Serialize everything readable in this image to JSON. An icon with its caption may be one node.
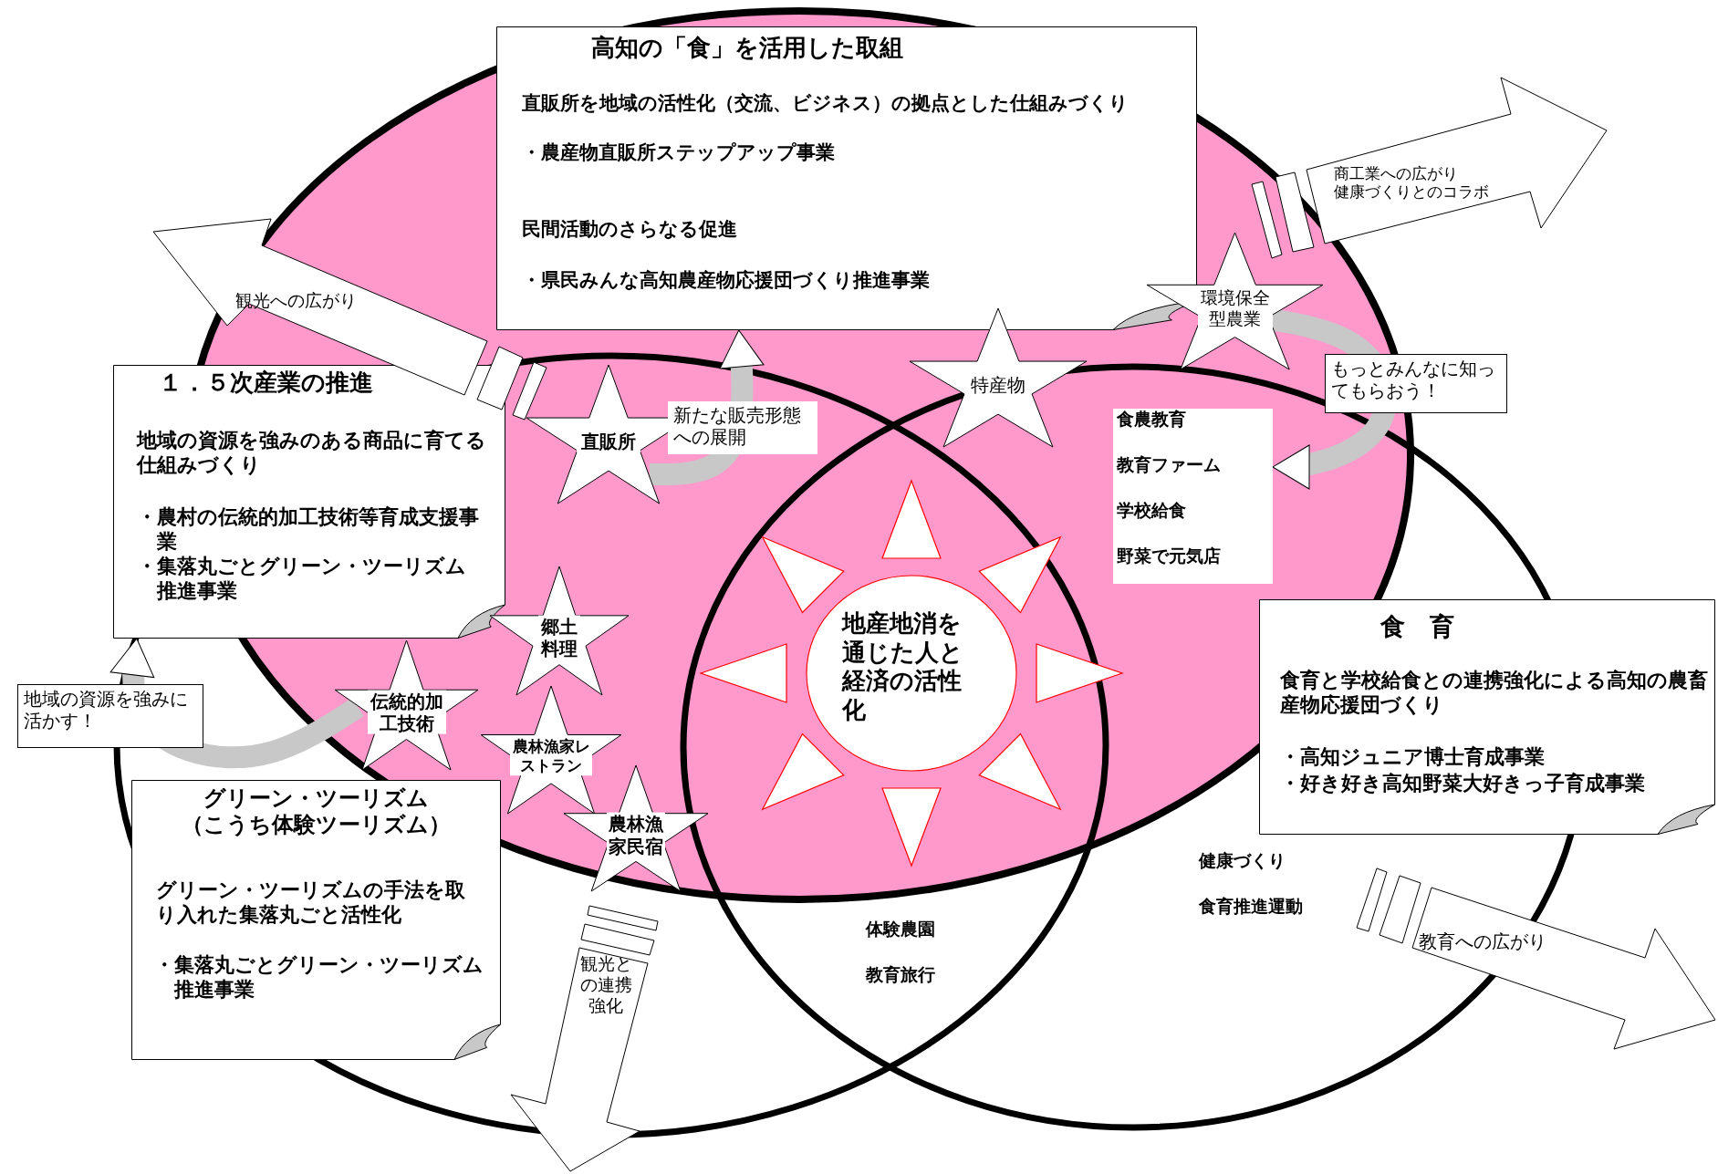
{
  "diagram": {
    "nodes": [
      {
        "text": [
          "高知の「食」を活用した取組",
          "直販所を地域の活性化（交流、ビジネス）の拠点とした仕組みづくり",
          "・農産物直販所ステップアップ事業",
          "民間活動のさらなる促進",
          "・県民みんな高知農産物応援団づくり推進事業"
        ]
      },
      {
        "text": [
          "環境保全型農業"
        ]
      },
      {
        "text": [
          "１．５次産業の推進",
          "地域の資源を強みのある商品に育てる仕組みづくり",
          "・農村の伝統的加工技術等育成支援事業",
          "・集落丸ごとグリーン・ツーリズム推進事業"
        ]
      },
      {
        "text": [
          "特産物"
        ]
      },
      {
        "text": [
          "食農教育",
          "教育ファーム",
          "学校給食",
          "野菜で元気店"
        ]
      },
      {
        "text": [
          "直販所"
        ]
      },
      {
        "text": [
          "郷土料理"
        ]
      },
      {
        "text": [
          "地産地消を通じた人と経済の活性化"
        ]
      },
      {
        "text": [
          "食　育",
          "食育と学校給食との連携強化による高知の農畜産物応援団づくり",
          "・高知ジュニア博士育成事業",
          "・好き好き高知野菜大好きっ子育成事業"
        ]
      },
      {
        "text": [
          "伝統的加工技術"
        ]
      },
      {
        "text": [
          "農林漁家レストラン"
        ]
      },
      {
        "text": [
          "グリーン・ツーリズム（こうち体験ツーリズム）",
          "グリーン・ツーリズムの手法を取り入れた集落丸ごと活性化",
          "・集落丸ごとグリーン・ツーリズム推進事業"
        ]
      },
      {
        "text": [
          "農林漁家民宿"
        ]
      }
    ],
    "edges": [
      {
        "from": 5,
        "to": 0,
        "arrow": "to",
        "label": "新たな販売形態への展開"
      },
      {
        "from": 1,
        "to": 4,
        "arrow": "to",
        "label": "もっとみんなに知ってもらおう！"
      },
      {
        "from": 9,
        "to": 2,
        "arrow": "to",
        "label": "地域の資源を強みに活かす！"
      }
    ],
    "labels": [
      "商工業への広がり",
      "健康づくりとのコラボ",
      "観光への広がり",
      "健康づくり",
      "食育推進運動",
      "体験農園",
      "教育への広がり",
      "観光との連携強化",
      "教育旅行"
    ]
  }
}
